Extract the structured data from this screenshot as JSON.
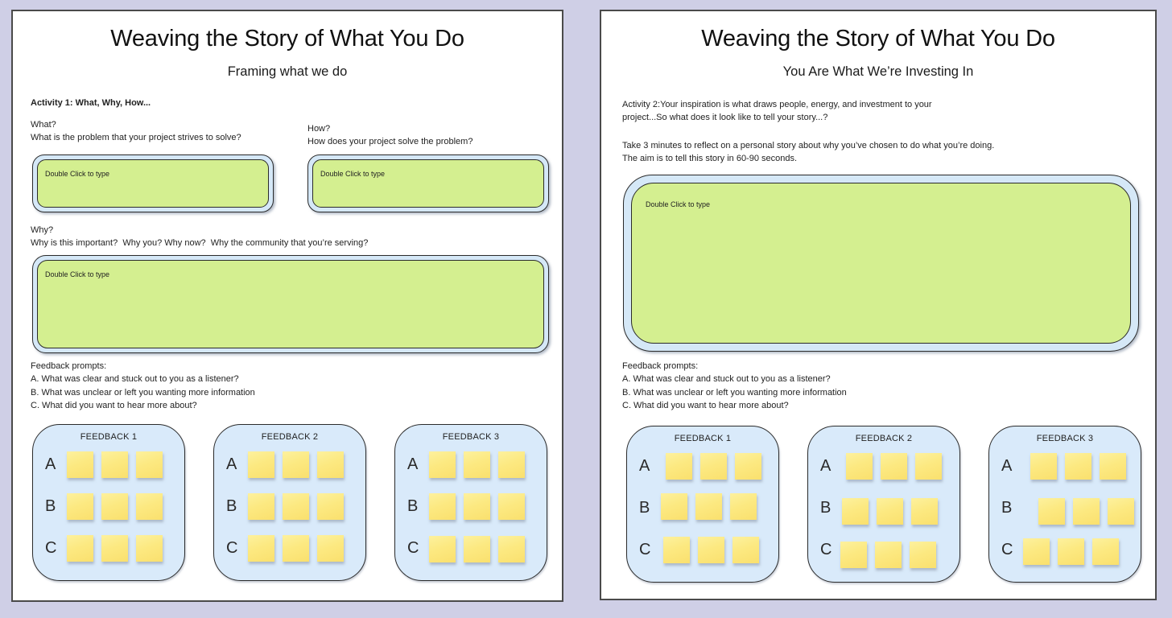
{
  "colors": {
    "canvas_background": "#cfcfe6",
    "page_background": "#ffffff",
    "page_border": "#4a4a4a",
    "container_blue": "#d5e8f7",
    "textbox_green": "#d4ef90",
    "sticky_yellow": "#fce981",
    "shape_border": "#2b2b2b",
    "text": "#222222"
  },
  "pages": [
    {
      "title": "Weaving the Story of What You Do",
      "subtitle": "Framing what we do",
      "activity_heading": "Activity 1: What, Why, How...",
      "questions": {
        "what": {
          "label": "What?",
          "desc": "What is the problem that your project strives to solve?"
        },
        "how": {
          "label": "How?",
          "desc": "How does your project solve the problem?"
        },
        "why": {
          "label": "Why?",
          "desc": "Why is this important?  Why you? Why now?  Why the community that you’re serving?"
        }
      },
      "text_box_placeholder": "Double Click to type",
      "feedback": {
        "heading": "Feedback prompts:",
        "prompts": [
          "A. What was clear and stuck out to you as a listener?",
          "B. What was unclear or left you wanting more information",
          "C. What did you want to hear more about?"
        ],
        "cards": [
          {
            "title": "FEEDBACK 1",
            "rows": [
              "A",
              "B",
              "C"
            ]
          },
          {
            "title": "FEEDBACK 2",
            "rows": [
              "A",
              "B",
              "C"
            ]
          },
          {
            "title": "FEEDBACK 3",
            "rows": [
              "A",
              "B",
              "C"
            ]
          }
        ]
      }
    },
    {
      "title": "Weaving the Story of What You Do",
      "subtitle": "You Are What We’re Investing In",
      "activity_lines": [
        "Activity 2:Your inspiration is what draws people, energy, and investment to your",
        "project...So what does it look like to tell your story...?"
      ],
      "instruction_lines": [
        "Take 3 minutes to reflect on a personal story about why you’ve chosen to do what you’re doing.",
        "The aim is to tell this story in 60-90 seconds."
      ],
      "text_box_placeholder": "Double Click to type",
      "feedback": {
        "heading": "Feedback prompts:",
        "prompts": [
          "A. What was clear and stuck out to you as a listener?",
          "B. What was unclear or left you wanting more information",
          "C. What did you want to hear more about?"
        ],
        "cards": [
          {
            "title": "FEEDBACK 1",
            "rows": [
              "A",
              "B",
              "C"
            ]
          },
          {
            "title": "FEEDBACK 2",
            "rows": [
              "A",
              "B",
              "C"
            ]
          },
          {
            "title": "FEEDBACK 3",
            "rows": [
              "A",
              "B",
              "C"
            ]
          }
        ]
      }
    }
  ]
}
